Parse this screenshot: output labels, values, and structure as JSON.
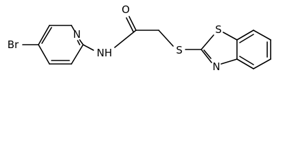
{
  "molecule": {
    "atoms": {
      "bromine": "Br",
      "pyridine_nitrogen": "N",
      "amide_nh": "NH",
      "carbonyl_oxygen": "O",
      "thioether_sulfur": "S",
      "thiazole_sulfur": "S",
      "thiazole_nitrogen": "N"
    }
  }
}
